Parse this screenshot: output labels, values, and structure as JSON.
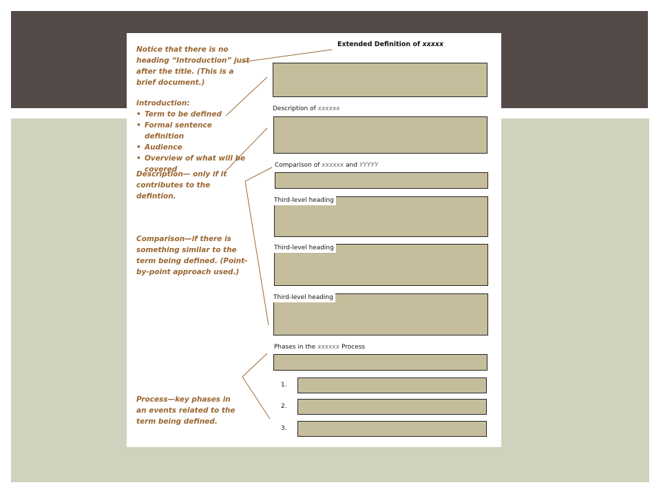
{
  "notes": {
    "no_intro": "Notice that there is no heading “Introduction” just after the title. (This is a brief document.)",
    "intro_label": "Introduction:",
    "intro_items": [
      "Term to be defined",
      "Formal sentence definition",
      "Audience",
      "Overview of what will be covered"
    ],
    "description": "Description— only if it contributes to the defintion.",
    "comparison": "Comparison—if there is something similar to the term being defined. (Point-by-point approach used.)",
    "process": "Process—key phases in an events related to the term being defined."
  },
  "document": {
    "title_prefix": "Extended Definition of ",
    "title_placeholder": "xxxxx",
    "description_prefix": "Description of ",
    "description_placeholder": "xxxxxx",
    "comparison_prefix": "Comparison of ",
    "comparison_placeholder_1": "xxxxxx",
    "comparison_and": " and ",
    "comparison_placeholder_2": "YYYYY",
    "third_level_heading": "Third-level heading",
    "phases_prefix": "Phases in the ",
    "phases_placeholder": "xxxxxx",
    "phases_suffix": " Process",
    "steps": [
      "1.",
      "2.",
      "3."
    ]
  },
  "colors": {
    "annotation": "#9a6631",
    "box_fill": "#c5bd9b",
    "dark_band": "#544a48",
    "sage_band": "#cdd3bd"
  }
}
